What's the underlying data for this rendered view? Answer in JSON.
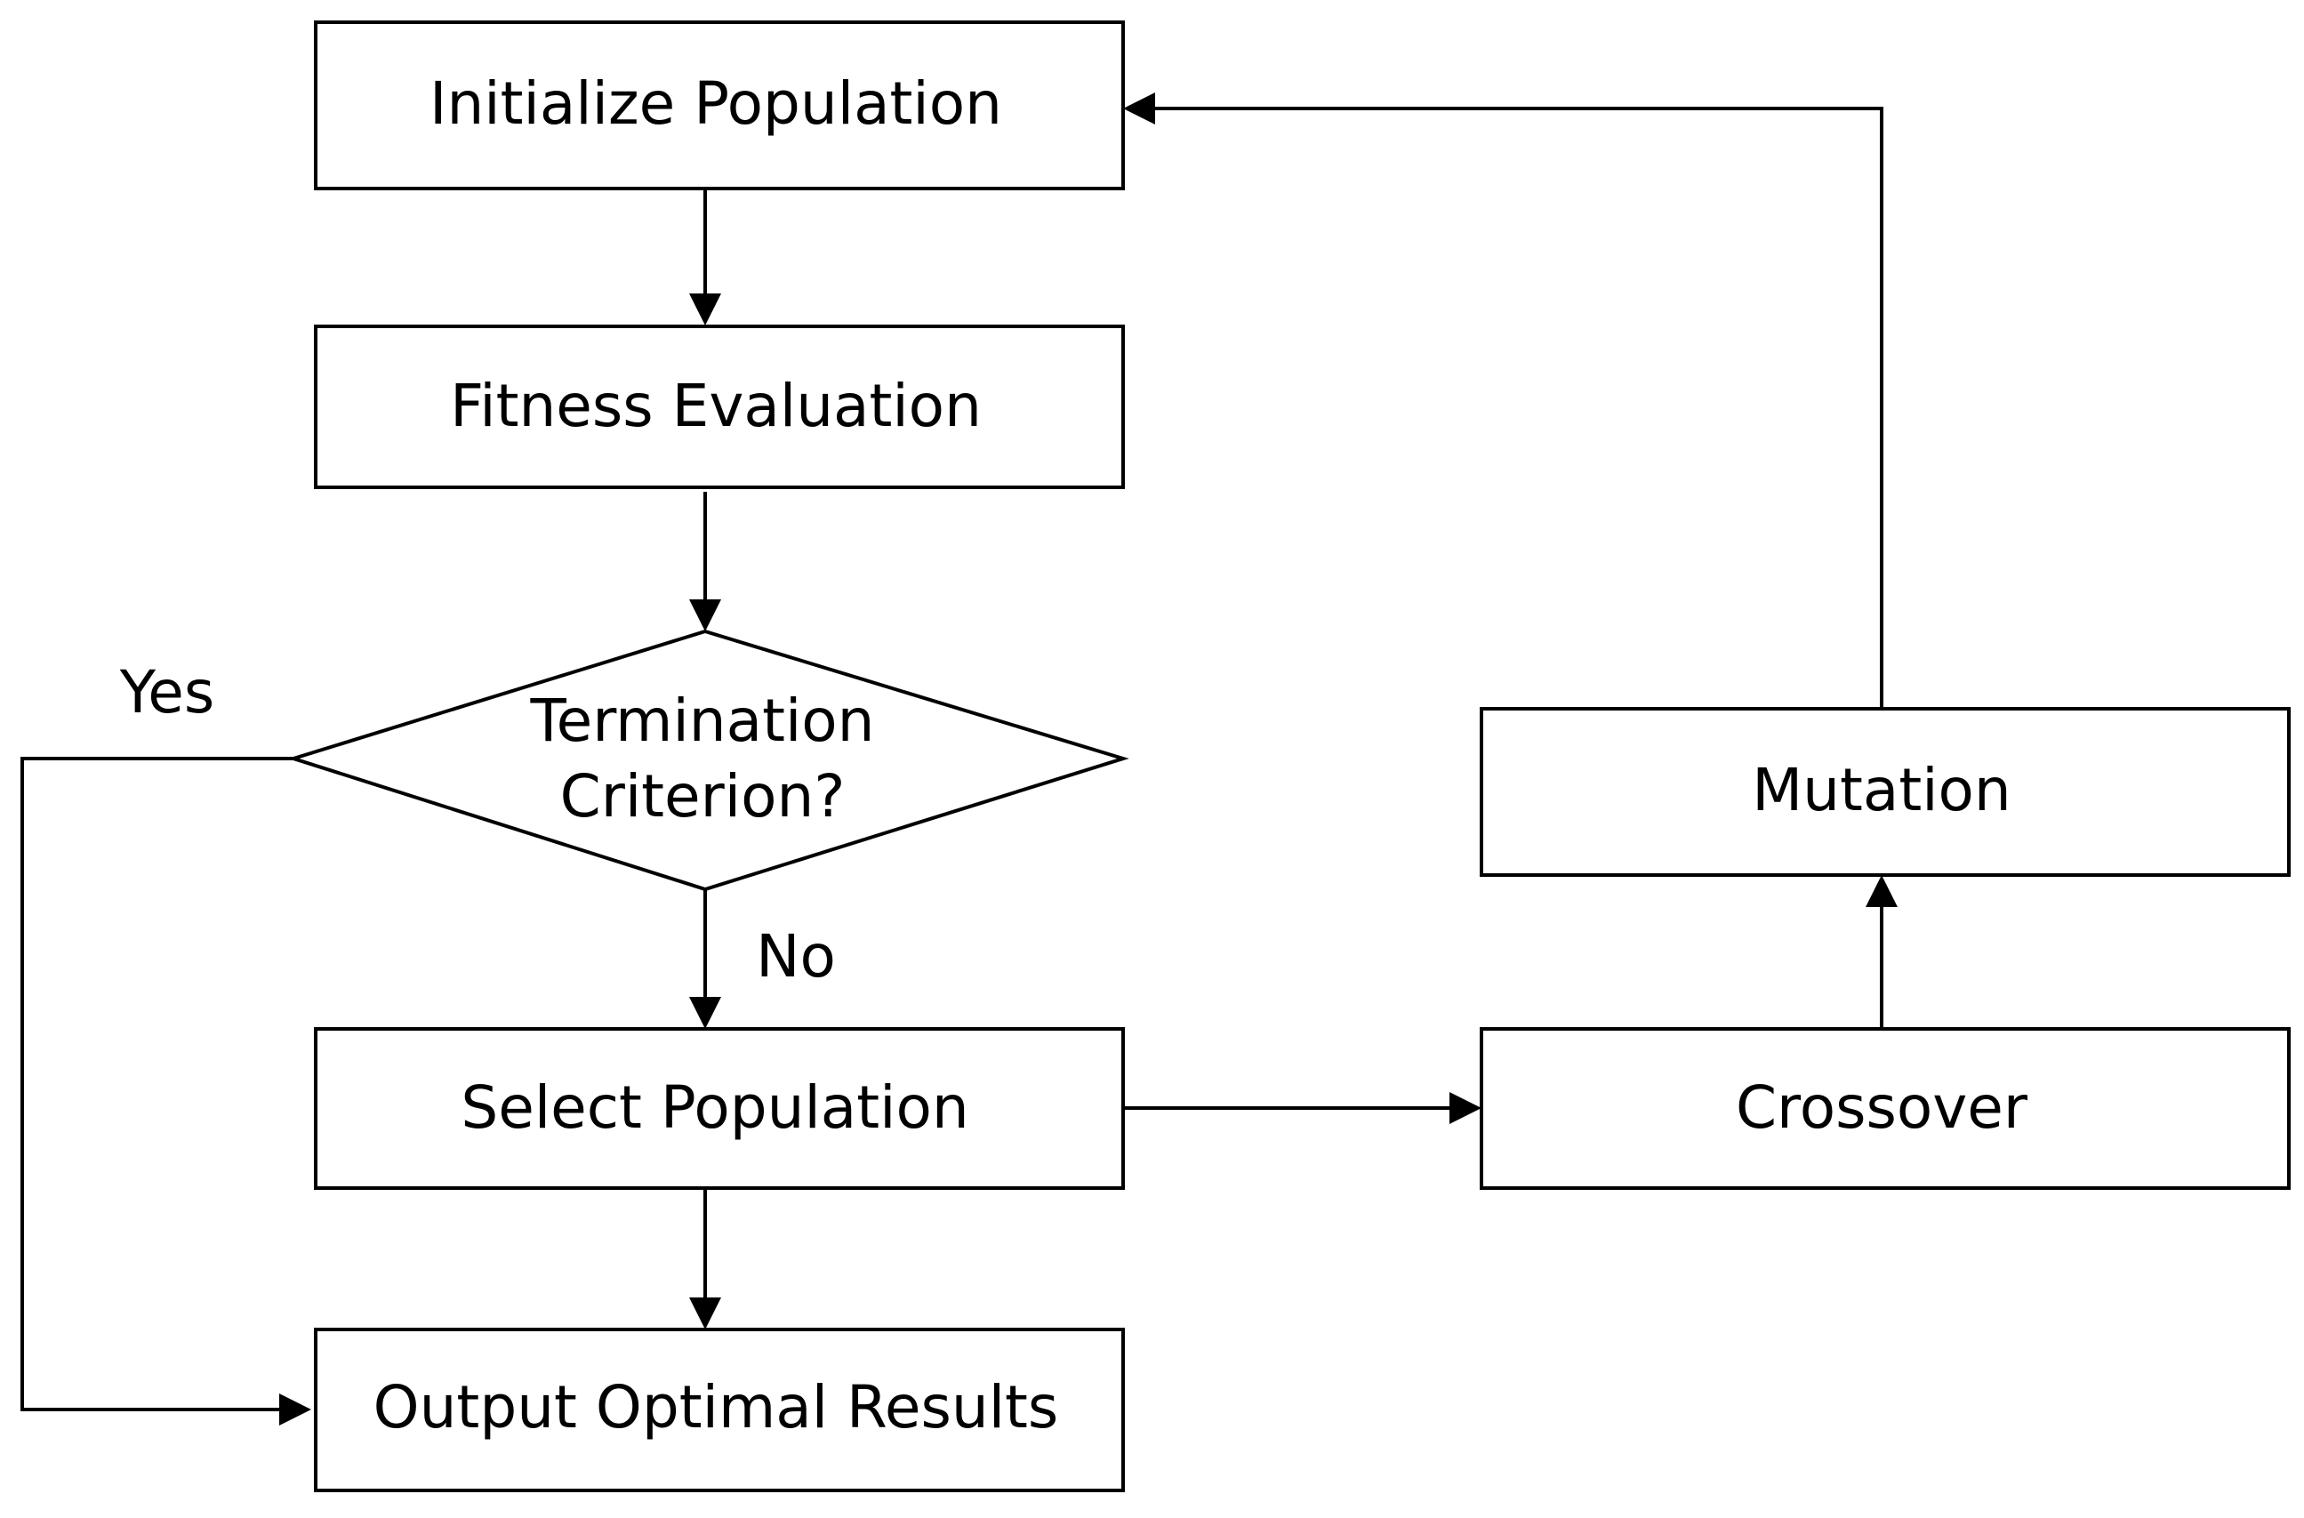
{
  "diagram": {
    "nodes": {
      "initialize": {
        "label": "Initialize Population",
        "shape": "rectangle"
      },
      "fitness": {
        "label": "Fitness Evaluation",
        "shape": "rectangle"
      },
      "termination": {
        "label_line1": "Termination",
        "label_line2": "Criterion?",
        "shape": "diamond"
      },
      "select": {
        "label": "Select Population",
        "shape": "rectangle"
      },
      "output": {
        "label": "Output Optimal Results",
        "shape": "rectangle"
      },
      "crossover": {
        "label": "Crossover",
        "shape": "rectangle"
      },
      "mutation": {
        "label": "Mutation",
        "shape": "rectangle"
      }
    },
    "edges": [
      {
        "from": "initialize",
        "to": "fitness",
        "label": ""
      },
      {
        "from": "fitness",
        "to": "termination",
        "label": ""
      },
      {
        "from": "termination",
        "to": "select",
        "label": "No"
      },
      {
        "from": "termination",
        "to": "output",
        "label": "Yes"
      },
      {
        "from": "select",
        "to": "output",
        "label": ""
      },
      {
        "from": "select",
        "to": "crossover",
        "label": ""
      },
      {
        "from": "crossover",
        "to": "mutation",
        "label": ""
      },
      {
        "from": "mutation",
        "to": "initialize",
        "label": ""
      }
    ],
    "edge_labels": {
      "yes": "Yes",
      "no": "No"
    }
  },
  "colors": {
    "stroke": "#000000",
    "fill": "#ffffff",
    "text": "#000000"
  }
}
